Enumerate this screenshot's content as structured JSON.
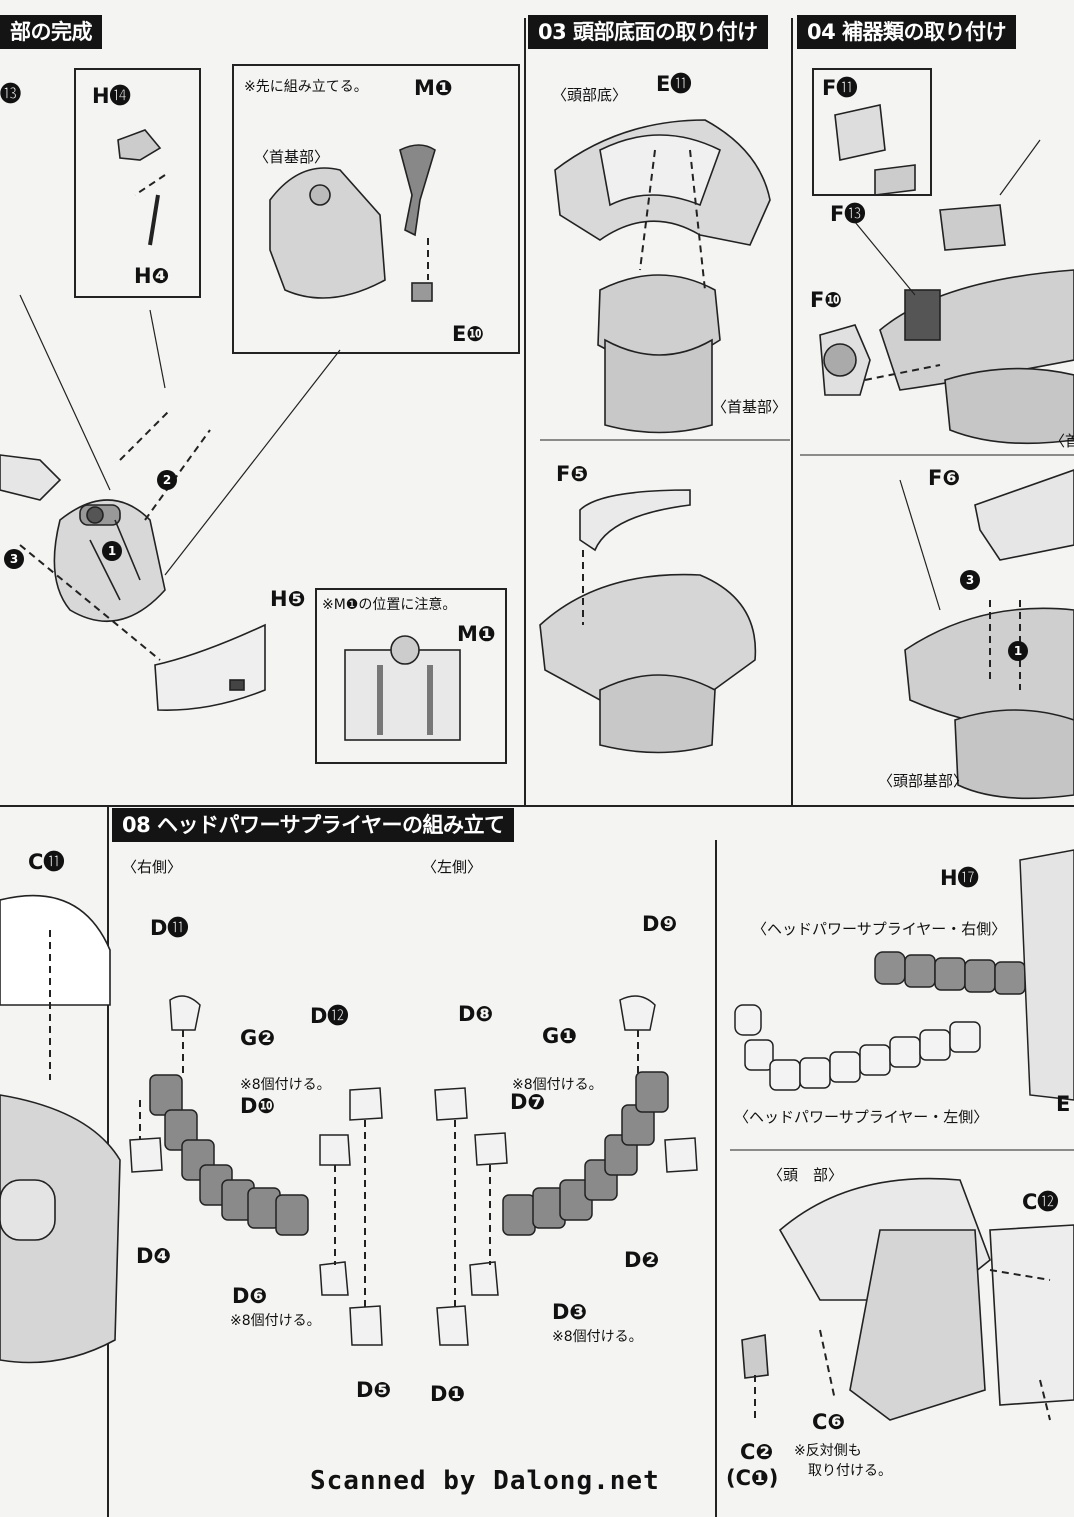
{
  "sections": {
    "s1": {
      "title": "部の完成"
    },
    "s3": {
      "title": "03 頭部底面の取り付け"
    },
    "s4": {
      "title": "04 補器類の取り付け"
    },
    "s8": {
      "title": "08 ヘッドパワーサプライヤーの組み立て"
    }
  },
  "notes": {
    "pre_assemble": "※先に組み立てる。",
    "neck_base": "〈首基部〉",
    "m1_position": "※M❶の位置に注意。",
    "head_bottom": "〈頭部底〉",
    "neck_base2": "〈首基部〉",
    "neck_base3": "〈首",
    "head_base": "〈頭部基部〉",
    "right_side": "〈右側〉",
    "left_side": "〈左側〉",
    "attach8_a": "※8個付ける。",
    "attach8_b": "※8個付ける。",
    "attach8_c": "※8個付ける。",
    "attach8_d": "※8個付ける。",
    "supplier_right": "〈ヘッドパワーサプライヤー・右側〉",
    "supplier_left": "〈ヘッドパワーサプライヤー・左側〉",
    "head": "〈頭　部〉",
    "opposite_1": "※反対側も",
    "opposite_2": "取り付ける。"
  },
  "parts": {
    "p13a": "⓭",
    "h14": "H⓮",
    "h4": "H❹",
    "m1": "M❶",
    "e10": "E❿",
    "h5": "H❺",
    "m1b": "M❶",
    "e11": "E⓫",
    "f5": "F❺",
    "f11": "F⓫",
    "f13": "F⓭",
    "f10": "F❿",
    "f6": "F❻",
    "c11": "C⓫",
    "d11": "D⓫",
    "g2": "G❷",
    "d12": "D⓬",
    "d10": "D❿",
    "d4": "D❹",
    "d6": "D❻",
    "d5": "D❺",
    "d8": "D❽",
    "d7": "D❼",
    "d9": "D❾",
    "g1": "G❶",
    "d2": "D❷",
    "d3": "D❸",
    "d1": "D❶",
    "h17": "H⓱",
    "e_edge": "E",
    "c12": "C⓬",
    "c6": "C❻",
    "c2": "C❷",
    "c1": "(C❶)"
  },
  "steps": {
    "one": "1",
    "two": "2",
    "three": "3",
    "one_b": "1",
    "three_b": "3"
  },
  "footer": {
    "scanned": "Scanned by Dalong.net"
  }
}
